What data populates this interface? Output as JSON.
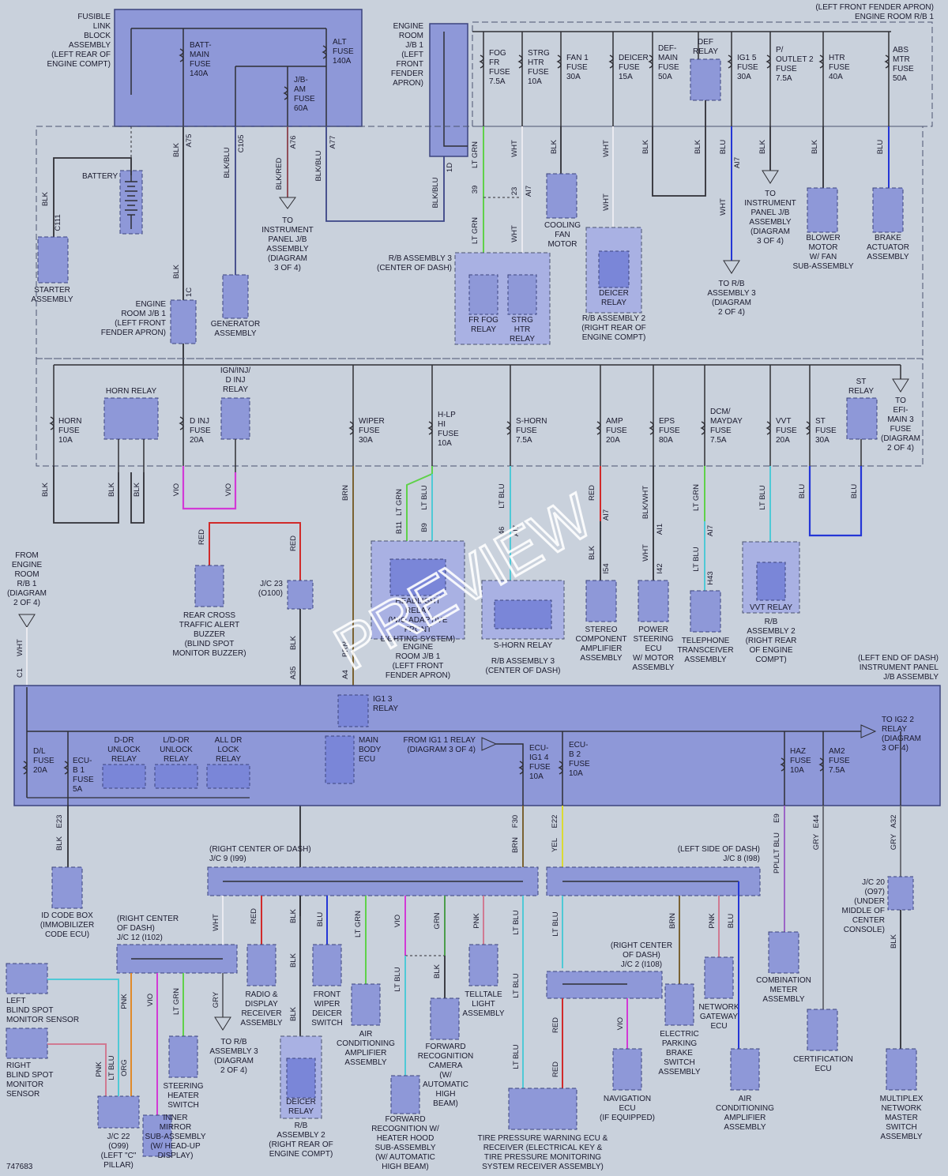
{
  "labels": {
    "fusible_link": "FUSIBLE\nLINK\nBLOCK\nASSEMBLY\n(LEFT REAR OF\nENGINE COMPT)",
    "batt_fuse": "BATT-\nMAIN\nFUSE\n140A",
    "alt_fuse": "ALT\nFUSE\n140A",
    "jbam_fuse": "J/B-\nAM\nFUSE\n60A",
    "battery": "BATTERY",
    "starter": "STARTER\nASSEMBLY",
    "to_ip_jb": "TO\nINSTRUMENT\nPANEL J/B\nASSEMBLY\n(DIAGRAM\n3 OF 4)",
    "eng_room_jb1_top": "ENGINE\nROOM\nJ/B 1\n(LEFT\nFRONT\nFENDER\nAPRON)",
    "eng_room_jb1_mid": "ENGINE\nROOM J/B 1\n(LEFT FRONT\nFENDER APRON)",
    "generator": "GENERATOR\nASSEMBLY",
    "rb1_header": "(LEFT FRONT FENDER APRON)\nENGINE ROOM R/B 1",
    "fog_fuse": "FOG\nFR\nFUSE\n7.5A",
    "strg_htr_fuse": "STRG\nHTR\nFUSE\n10A",
    "fan1_fuse": "FAN 1\nFUSE\n30A",
    "deicer_fuse": "DEICER\nFUSE\n15A",
    "def_main_fuse": "DEF-\nMAIN\nFUSE\n50A",
    "def_relay": "DEF\nRELAY",
    "ig15_fuse": "IG1 5\nFUSE\n30A",
    "outlet2_fuse": "P/\nOUTLET 2\nFUSE\n7.5A",
    "htr_fuse": "HTR\nFUSE\n40A",
    "abs_mtr_fuse": "ABS\nMTR\nFUSE\n50A",
    "rb3_cod": "R/B ASSEMBLY 3\n(CENTER OF DASH)",
    "fr_fog_relay": "FR FOG\nRELAY",
    "strg_htr_relay": "STRG\nHTR\nRELAY",
    "cooling_fan": "COOLING\nFAN\nMOTOR",
    "deicer_relay": "DEICER\nRELAY",
    "rb2_rear": "R/B ASSEMBLY 2\n(RIGHT REAR OF\nENGINE COMPT)",
    "to_rb3_a": "TO R/B\nASSEMBLY 3\n(DIAGRAM\n2 OF 4)",
    "to_ip_jb_c": "TO\nINSTRUMENT\nPANEL J/B\nASSEMBLY\n(DIAGRAM\n3 OF 4)",
    "blower": "BLOWER\nMOTOR\nW/ FAN\nSUB-ASSEMBLY",
    "brake_act": "BRAKE\nACTUATOR\nASSEMBLY",
    "horn_relay": "HORN RELAY",
    "ign_relay": "IGN/INJ/\nD INJ\nRELAY",
    "horn_fuse": "HORN\nFUSE\n10A",
    "dinj_fuse": "D INJ\nFUSE\n20A",
    "wiper_fuse": "WIPER\nFUSE\n30A",
    "hlp_fuse": "H-LP\nHI\nFUSE\n10A",
    "shorn_fuse": "S-HORN\nFUSE\n7.5A",
    "amp_fuse": "AMP\nFUSE\n20A",
    "eps_fuse": "EPS\nFUSE\n80A",
    "dcm_fuse": "DCM/\nMAYDAY\nFUSE\n7.5A",
    "vvt_fuse": "VVT\nFUSE\n20A",
    "st_fuse": "ST\nFUSE\n30A",
    "st_relay": "ST\nRELAY",
    "to_efi": "TO\nEFI-\nMAIN 3\nFUSE\n(DIAGRAM\n2 OF 4)",
    "from_rb1": "FROM\nENGINE\nROOM\nR/B 1\n(DIAGRAM\n2 OF 4)",
    "rcta_buzzer": "REAR CROSS\nTRAFFIC ALERT\nBUZZER\n(BLIND SPOT\nMONITOR BUZZER)",
    "jc23": "J/C 23\n(O100)",
    "hlp_relay": "HEADLIGHT\nRELAY\n(W/O ADAPTIVE\nFRONT\nLIGHTING SYSTEM)",
    "shorn_relay": "S-HORN RELAY",
    "stereo_amp": "STEREO\nCOMPONENT\nAMPLIFIER\nASSEMBLY",
    "eps_ecu": "POWER\nSTEERING\nECU\nW/ MOTOR\nASSEMBLY",
    "telephone": "TELEPHONE\nTRANSCEIVER\nASSEMBLY",
    "vvt_relay": "VVT RELAY",
    "rb2_vvt": "R/B\nASSEMBLY 2\n(RIGHT REAR\nOF ENGINE\nCOMPT)",
    "ip_jb_header": "(LEFT END OF DASH)\nINSTRUMENT PANEL\nJ/B ASSEMBLY",
    "ig13_relay": "IG1 3\nRELAY",
    "dl_fuse": "D/L\nFUSE\n20A",
    "ecub1_fuse": "ECU-\nB 1\nFUSE\n5A",
    "ddr_unlock": "D-DR\nUNLOCK\nRELAY",
    "ldr_unlock": "L/D-DR\nUNLOCK\nRELAY",
    "all_dr_lock": "ALL DR\nLOCK\nRELAY",
    "main_body": "MAIN\nBODY\nECU",
    "from_ig11": "FROM IG1 1 RELAY\n(DIAGRAM 3 OF 4)",
    "ecuig14": "ECU-\nIG1 4\nFUSE\n10A",
    "ecub2": "ECU-\nB 2\nFUSE\n10A",
    "haz_fuse": "HAZ\nFUSE\n10A",
    "am2_fuse": "AM2\nFUSE\n7.5A",
    "to_ig22": "TO IG2 2\nRELAY\n(DIAGRAM\n3 OF 4)",
    "id_code": "ID CODE BOX\n(IMMOBILIZER\nCODE ECU)",
    "jc9": "(RIGHT CENTER OF DASH)\nJ/C 9 (I99)",
    "jc8": "(LEFT SIDE OF DASH)\nJ/C 8 (I98)",
    "jc12": "(RIGHT CENTER\nOF DASH)\nJ/C 12 (I102)",
    "jc20": "J/C 20\n(O97)\n(UNDER\nMIDDLE OF\nCENTER\nCONSOLE)",
    "left_bsm": "LEFT\nBLIND SPOT\nMONITOR SENSOR",
    "right_bsm": "RIGHT\nBLIND SPOT\nMONITOR\nSENSOR",
    "jc22": "J/C 22\n(O99)\n(LEFT \"C\"\nPILLAR)",
    "inner_mirror": "INNER\nMIRROR\nSUB-ASSEMBLY\n(W/ HEAD-UP\nDISPLAY)",
    "steering_htr": "STEERING\nHEATER\nSWITCH",
    "to_rb3_b": "TO R/B\nASSEMBLY 3\n(DIAGRAM\n2 OF 4)",
    "radio": "RADIO &\nDISPLAY\nRECEIVER\nASSEMBLY",
    "deicer_relay2": "DEICER\nRELAY",
    "rb2_bottom": "R/B\nASSEMBLY 2\n(RIGHT REAR OF\nENGINE COMPT)",
    "front_wiper": "FRONT\nWIPER\nDEICER\nSWITCH",
    "ac_amp": "AIR\nCONDITIONING\nAMPLIFIER\nASSEMBLY",
    "fwd_cam_heater": "FORWARD\nRECOGNITION W/\nHEATER HOOD\nSUB-ASSEMBLY\n(W/ AUTOMATIC\nHIGH BEAM)",
    "fwd_cam": "FORWARD\nRECOGNITION\nCAMERA\n(W/\nAUTOMATIC\nHIGH\nBEAM)",
    "telltale": "TELLTALE\nLIGHT\nASSEMBLY",
    "tpms": "TIRE PRESSURE WARNING ECU &\nRECEIVER (ELECTRICAL KEY &\nTIRE PRESSURE MONITORING\nSYSTEM RECEIVER ASSEMBLY)",
    "jc2": "(RIGHT CENTER\nOF DASH)\nJ/C 2 (I108)",
    "nav": "NAVIGATION\nECU\n(IF EQUIPPED)",
    "epb": "ELECTRIC\nPARKING\nBRAKE\nSWITCH\nASSEMBLY",
    "network_gw": "NETWORK\nGATEWAY\nECU",
    "ac_amp2": "AIR\nCONDITIONING\nAMPLIFIER\nASSEMBLY",
    "combo_meter": "COMBINATION\nMETER\nASSEMBLY",
    "cert_ecu": "CERTIFICATION\nECU",
    "multiplex": "MULTIPLEX\nNETWORK\nMASTER\nSWITCH\nASSEMBLY",
    "figure_id": "747683",
    "watermark": "PREVIEW"
  },
  "wire_labels": [
    {
      "id": "w1",
      "text": "BLK"
    },
    {
      "id": "w2",
      "text": "C111"
    },
    {
      "id": "w3",
      "text": "BLK"
    },
    {
      "id": "w4",
      "text": "A75"
    },
    {
      "id": "w5",
      "text": "BLK/BLU"
    },
    {
      "id": "w6",
      "text": "C105"
    },
    {
      "id": "w7",
      "text": "BLK/RED"
    },
    {
      "id": "w8",
      "text": "A76"
    },
    {
      "id": "w9",
      "text": "BLK/BLU"
    },
    {
      "id": "w10",
      "text": "A77"
    },
    {
      "id": "w11",
      "text": "BLK/BLU"
    },
    {
      "id": "w12",
      "text": "1D"
    },
    {
      "id": "w13",
      "text": "BLK"
    },
    {
      "id": "w14",
      "text": "1C"
    },
    {
      "id": "w15",
      "text": "LT GRN"
    },
    {
      "id": "w16",
      "text": "39"
    },
    {
      "id": "w17",
      "text": "WHT"
    },
    {
      "id": "w18",
      "text": "23"
    },
    {
      "id": "w19",
      "text": "AI7"
    },
    {
      "id": "w20",
      "text": "LT GRN"
    },
    {
      "id": "w21",
      "text": "WHT"
    },
    {
      "id": "w22",
      "text": "BLK"
    },
    {
      "id": "w23",
      "text": "WHT"
    },
    {
      "id": "w24",
      "text": "WHT"
    },
    {
      "id": "w25",
      "text": "BLK"
    },
    {
      "id": "w26",
      "text": "BLK"
    },
    {
      "id": "w27",
      "text": "BLU"
    },
    {
      "id": "w28",
      "text": "AI7"
    },
    {
      "id": "w29",
      "text": "WHT"
    },
    {
      "id": "w30",
      "text": "BLK"
    },
    {
      "id": "w31",
      "text": "BLK"
    },
    {
      "id": "w32",
      "text": "BLU"
    },
    {
      "id": "w33",
      "text": "BLK"
    },
    {
      "id": "w34",
      "text": "BLK"
    },
    {
      "id": "w35",
      "text": "BLK"
    },
    {
      "id": "w36",
      "text": "VIO"
    },
    {
      "id": "w37",
      "text": "VIO"
    },
    {
      "id": "w38",
      "text": "BRN"
    },
    {
      "id": "w39",
      "text": "LT GRN"
    },
    {
      "id": "w40",
      "text": "LT BLU"
    },
    {
      "id": "w41",
      "text": "B11"
    },
    {
      "id": "w42",
      "text": "B9"
    },
    {
      "id": "w43",
      "text": "LT BLU"
    },
    {
      "id": "w44",
      "text": "46"
    },
    {
      "id": "w45",
      "text": "AI7"
    },
    {
      "id": "w46",
      "text": "RED"
    },
    {
      "id": "w47",
      "text": "AI7"
    },
    {
      "id": "w48",
      "text": "BLK/WHT"
    },
    {
      "id": "w49",
      "text": "AI1"
    },
    {
      "id": "w50",
      "text": "LT GRN"
    },
    {
      "id": "w51",
      "text": "AI7"
    },
    {
      "id": "w52",
      "text": "LT BLU"
    },
    {
      "id": "w53",
      "text": "BLU"
    },
    {
      "id": "w54",
      "text": "BLU"
    },
    {
      "id": "w55",
      "text": "RED"
    },
    {
      "id": "w56",
      "text": "RED"
    },
    {
      "id": "w57",
      "text": "BLK"
    },
    {
      "id": "w58",
      "text": "A35"
    },
    {
      "id": "w59",
      "text": "BRN"
    },
    {
      "id": "w60",
      "text": "A4"
    },
    {
      "id": "w61",
      "text": "WHT"
    },
    {
      "id": "w62",
      "text": "C1"
    },
    {
      "id": "w63",
      "text": "BLK"
    },
    {
      "id": "w64",
      "text": "I54"
    },
    {
      "id": "w65",
      "text": "WHT"
    },
    {
      "id": "w66",
      "text": "I42"
    },
    {
      "id": "w67",
      "text": "LT BLU"
    },
    {
      "id": "w68",
      "text": "H43"
    },
    {
      "id": "w69",
      "text": "BLK"
    },
    {
      "id": "w70",
      "text": "E23"
    },
    {
      "id": "w71",
      "text": "BRN"
    },
    {
      "id": "w72",
      "text": "F30"
    },
    {
      "id": "w73",
      "text": "YEL"
    },
    {
      "id": "w74",
      "text": "E22"
    },
    {
      "id": "w75",
      "text": "PPL/LT BLU"
    },
    {
      "id": "w76",
      "text": "E9"
    },
    {
      "id": "w77",
      "text": "GRY"
    },
    {
      "id": "w78",
      "text": "E44"
    },
    {
      "id": "w79",
      "text": "GRY"
    },
    {
      "id": "w80",
      "text": "A32"
    },
    {
      "id": "w81",
      "text": "WHT"
    },
    {
      "id": "w82",
      "text": "RED"
    },
    {
      "id": "w83",
      "text": "BLK"
    },
    {
      "id": "w84",
      "text": "BLU"
    },
    {
      "id": "w85",
      "text": "LT GRN"
    },
    {
      "id": "w86",
      "text": "VIO"
    },
    {
      "id": "w87",
      "text": "GRN"
    },
    {
      "id": "w88",
      "text": "PNK"
    },
    {
      "id": "w89",
      "text": "LT BLU"
    },
    {
      "id": "w90",
      "text": "LT BLU"
    },
    {
      "id": "w91",
      "text": "BRN"
    },
    {
      "id": "w92",
      "text": "PNK"
    },
    {
      "id": "w93",
      "text": "BLU"
    },
    {
      "id": "w94",
      "text": "BLK"
    },
    {
      "id": "w95",
      "text": "LT BLU"
    },
    {
      "id": "w96",
      "text": "PNK"
    },
    {
      "id": "w97",
      "text": "PNK"
    },
    {
      "id": "w98",
      "text": "VIO"
    },
    {
      "id": "w99",
      "text": "LT GRN"
    },
    {
      "id": "w100",
      "text": "GRY"
    },
    {
      "id": "w101",
      "text": "LT BLU"
    },
    {
      "id": "w102",
      "text": "ORG"
    },
    {
      "id": "w103",
      "text": "RED"
    },
    {
      "id": "w104",
      "text": "RED"
    },
    {
      "id": "w105",
      "text": "VIO"
    },
    {
      "id": "w106",
      "text": "BLK"
    },
    {
      "id": "w107",
      "text": "LT BLU"
    },
    {
      "id": "w108",
      "text": "BLK"
    },
    {
      "id": "w109",
      "text": "LT BLU"
    },
    {
      "id": "w110",
      "text": "BLK"
    }
  ],
  "colors": {
    "page_bg": "#c9d1dc",
    "block_fill": "#8e98d8",
    "block_stroke": "#3c447e",
    "dashed_zone": "#4a5370",
    "wire_default": "#2f2f35",
    "wire_ltgrn": "#5fd14a",
    "wire_ltblu": "#4fc9d6",
    "wire_vio": "#d23ad6",
    "wire_red": "#d02a2a",
    "wire_brn": "#7a6232",
    "wire_blu": "#2436d6",
    "wire_pnk": "#d07a92",
    "wire_yel": "#dada33",
    "wire_orange": "#e08a2a",
    "wire_blkblu": "#3b4486",
    "wire_blkred": "#8b3f4a",
    "wire_ppl": "#9c64c6",
    "wire_gry": "#6d7078",
    "wire_grn": "#4b9d4b"
  }
}
